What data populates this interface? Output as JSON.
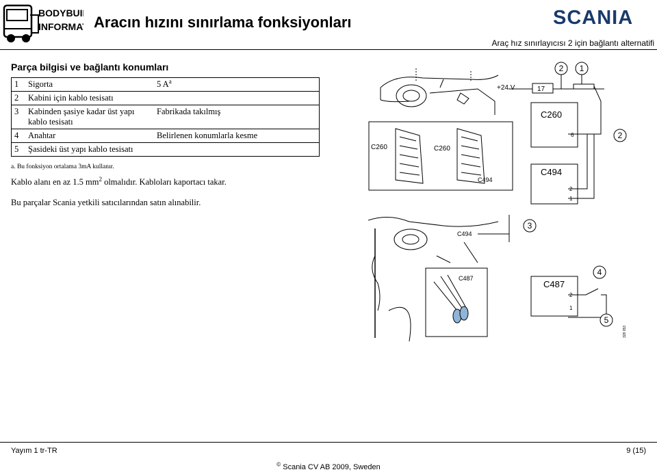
{
  "header": {
    "logo_line1": "BODYBUILDING",
    "logo_line2": "INFORMATION",
    "title": "Aracın hızını sınırlama fonksiyonları",
    "brand": "SCANIA",
    "subtitle": "Araç hız sınırlayıcısı 2 için bağlantı alternatifi"
  },
  "section": {
    "heading": "Parça bilgisi ve bağlantı konumları"
  },
  "parts_table": {
    "rows": [
      {
        "num": "1",
        "name": "Sigorta",
        "info": "5 A",
        "info_sup": "a"
      },
      {
        "num": "2",
        "name": "Kabini için kablo tesisatı",
        "info": ""
      },
      {
        "num": "3",
        "name": "Kabinden şasiye kadar üst yapı kablo tesisatı",
        "info": "Fabrikada takılmış"
      },
      {
        "num": "4",
        "name": "Anahtar",
        "info": "Belirlenen konumlarla kesme"
      },
      {
        "num": "5",
        "name": "Şasideki üst yapı kablo tesisatı",
        "info": ""
      }
    ],
    "footnote": "a.   Bu fonksiyon ortalama 3mA kullanır."
  },
  "notes": {
    "cable_pre": "Kablo alanı en az 1.5 mm",
    "cable_sup": "2",
    "cable_post": " olmalıdır. Kabloları kaportacı takar.",
    "supplier": "Bu parçalar Scania yetkili satıcılarından satın alınabilir."
  },
  "diagram_top": {
    "callout_2a": "2",
    "callout_1": "1",
    "callout_2b": "2",
    "voltage": "+24 V",
    "fuse_box": "17",
    "conn_c260_box": "C260",
    "pin_6": "6",
    "conn_c494_box": "C494",
    "pin_2": "2",
    "pin_1": "1",
    "c260_left": "C260",
    "c260_right": "C260",
    "c494_label": "C494"
  },
  "diagram_bottom": {
    "c494_label": "C494",
    "callout_3": "3",
    "callout_4": "4",
    "c487_label": "C487",
    "conn_c487_box": "C487",
    "pin_2": "2",
    "pin_1": "1",
    "callout_5": "5",
    "figure_id": "328 053"
  },
  "footer": {
    "edition": "Yayım 1  tr-TR",
    "page": "9 (15)",
    "copyright_symbol": "©",
    "copyright": "Scania CV AB 2009, Sweden"
  }
}
